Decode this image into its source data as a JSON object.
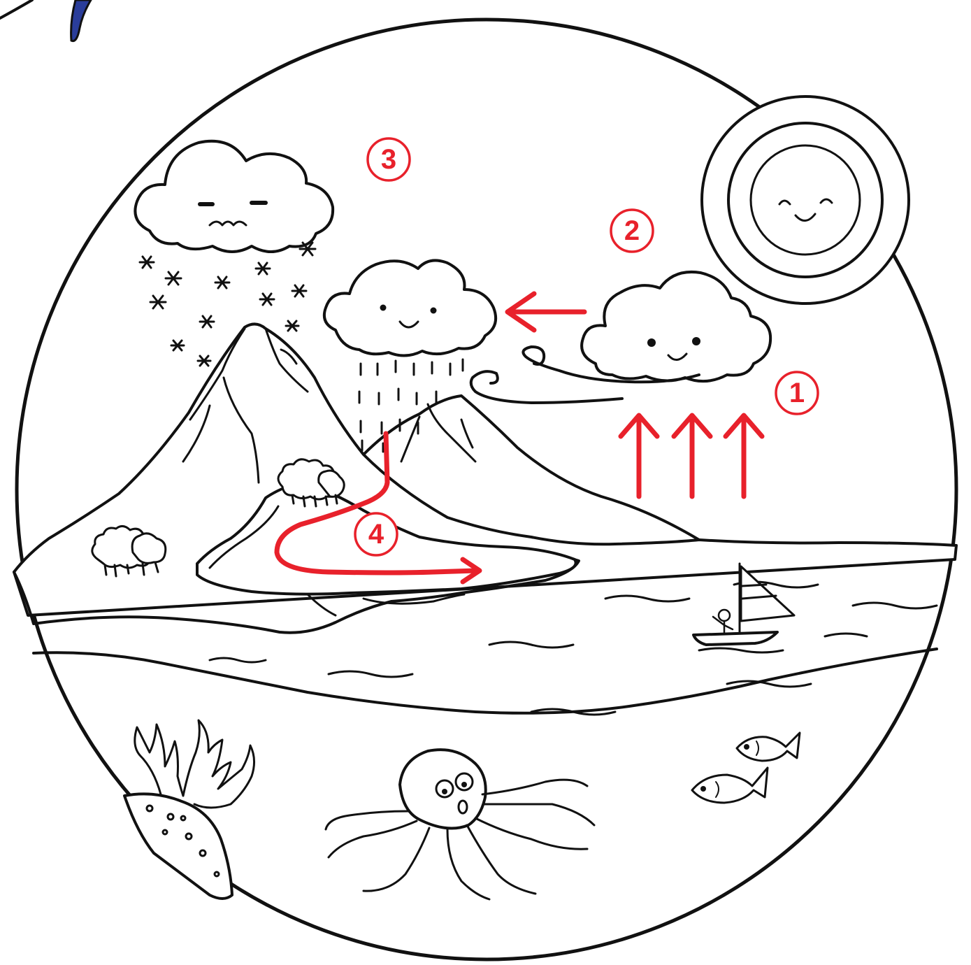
{
  "steps": [
    {
      "label": "1"
    },
    {
      "label": "2"
    },
    {
      "label": "3"
    },
    {
      "label": "4"
    }
  ],
  "colors": {
    "ink": "#111111",
    "accent_red": "#e8212b",
    "background": "#ffffff",
    "feather_blue": "#2a3d9a"
  },
  "icons": [
    "sun-icon",
    "cloud-icon",
    "snowflake-icon",
    "raindrop-icon",
    "mountain-icon",
    "tree-icon",
    "river-icon",
    "sailboat-icon",
    "octopus-icon",
    "fish-icon",
    "coral-icon",
    "wind-icon",
    "arrow-icon"
  ]
}
